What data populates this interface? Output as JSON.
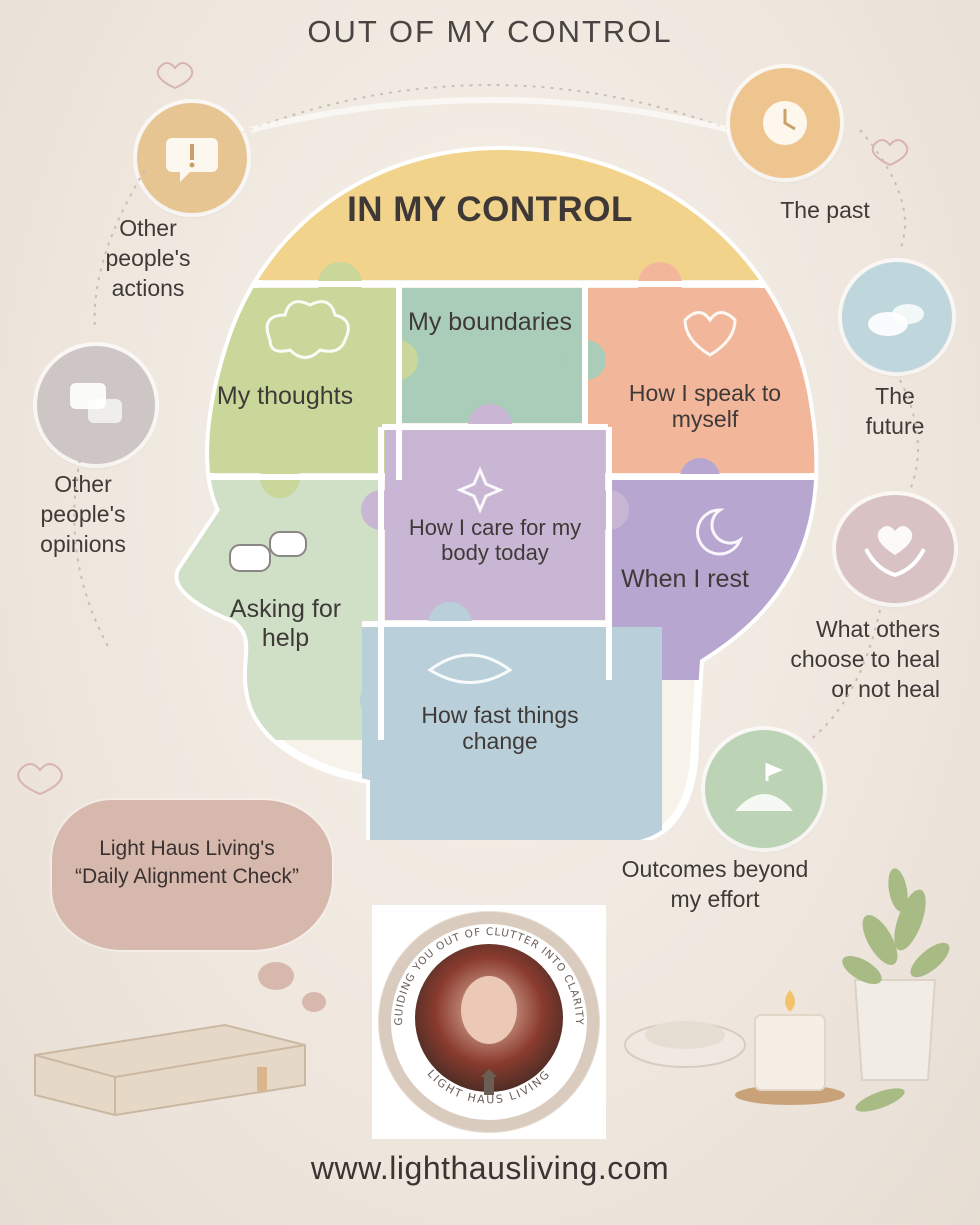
{
  "header": {
    "out_title": "OUT OF MY CONTROL",
    "in_title": "IN MY CONTROL"
  },
  "in_control": [
    "My thoughts",
    "My boundaries",
    "How I speak to myself",
    "How I care for my body today",
    "Asking for help",
    "When I rest",
    "How fast things change"
  ],
  "out_control": [
    {
      "label": "Other people's actions",
      "icon": "alert-bubble-icon"
    },
    {
      "label": "Other people's opinions",
      "icon": "chat-bubbles-icon"
    },
    {
      "label": "The past",
      "icon": "clock-icon"
    },
    {
      "label": "The future",
      "icon": "clouds-icon"
    },
    {
      "label": "What others choose to heal or not heal",
      "icon": "heart-hands-icon"
    },
    {
      "label": "Outcomes beyond my effort",
      "icon": "flag-mountain-icon"
    }
  ],
  "thought_bubble": {
    "line1": "Light Haus Living's",
    "line2": "“Daily Alignment Check”"
  },
  "badge": {
    "arc_text": "GUIDING YOU OUT OF CLUTTER INTO CLARITY",
    "brand": "LIGHT HAUS LIVING"
  },
  "footer": {
    "url": "www.lighthausliving.com"
  },
  "colors": {
    "yellow": "#f2d38c",
    "green": "#c9d79a",
    "teal": "#a9cdb9",
    "peach": "#f2b79a",
    "lavender": "#c9b6d4",
    "purple": "#b6a6d0",
    "mint": "#cfe0c6",
    "blue": "#b9cfd9"
  }
}
